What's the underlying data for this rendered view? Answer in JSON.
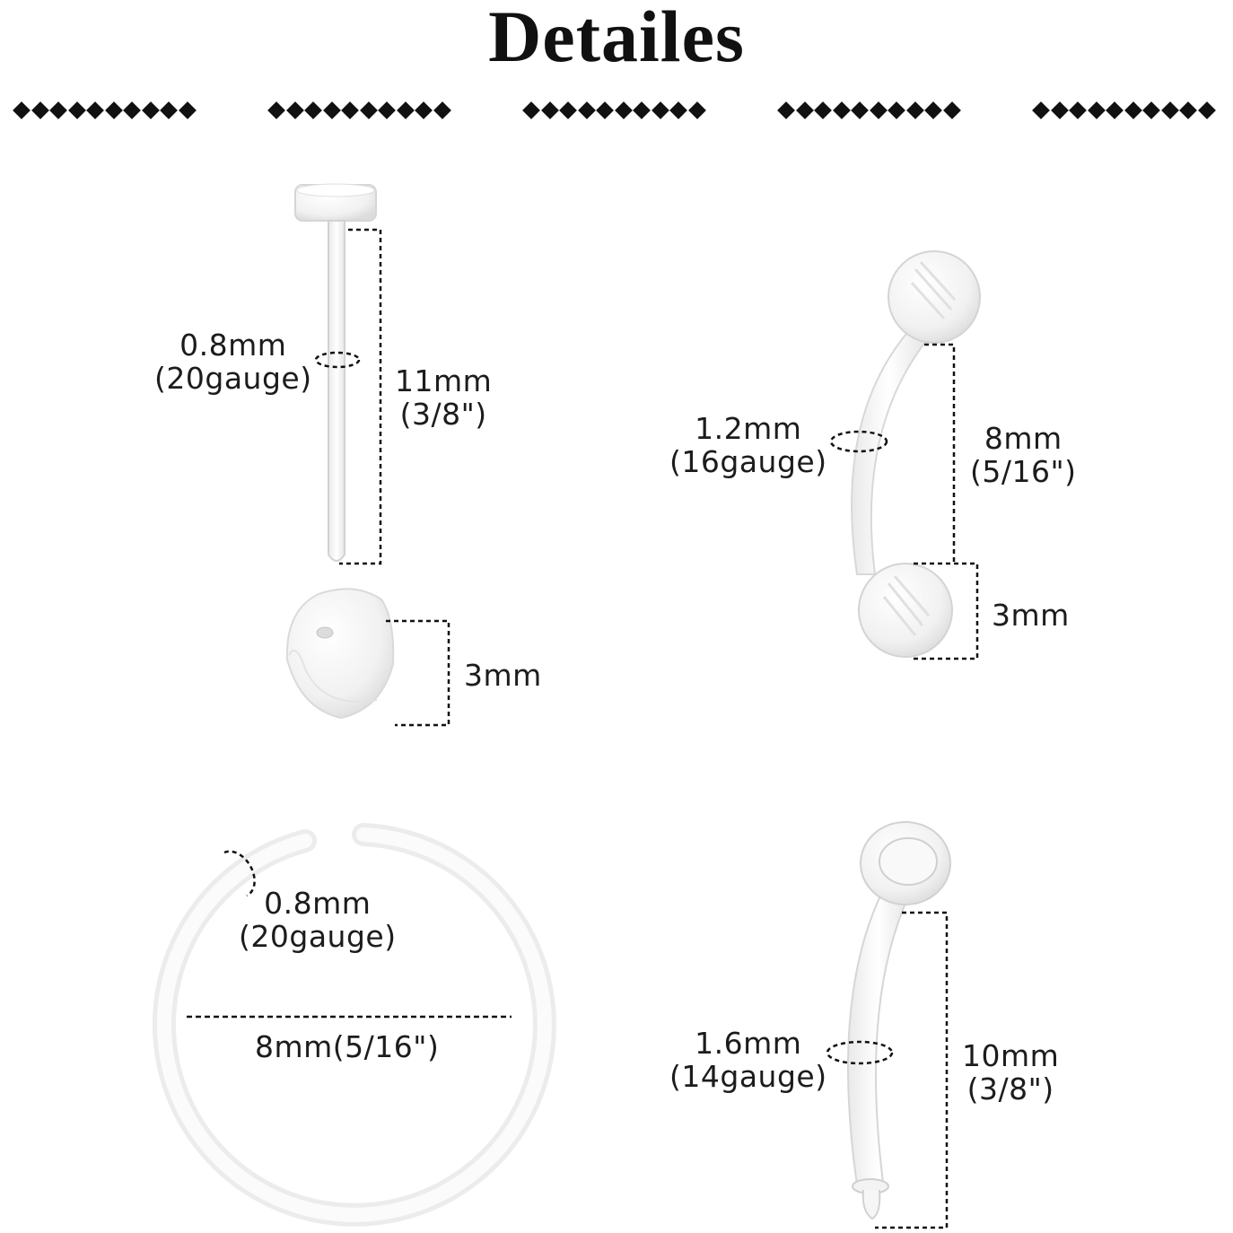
{
  "title": "Detailes",
  "colors": {
    "text": "#1c1c1c",
    "ink": "#111111",
    "part": "#f7f7f7",
    "part_edge": "#dcdcdc"
  },
  "items": [
    {
      "name": "flat-back-stud",
      "gauge": [
        "0.8mm",
        "(20gauge)"
      ],
      "length": [
        "11mm",
        "(3/8\")"
      ],
      "back": "3mm"
    },
    {
      "name": "curved-barbell",
      "gauge": [
        "1.2mm",
        "(16gauge)"
      ],
      "length": [
        "8mm",
        "(5/16\")"
      ],
      "ball": "3mm"
    },
    {
      "name": "nose-hoop",
      "gauge": [
        "0.8mm",
        "(20gauge)"
      ],
      "diameter": "8mm(5/16\")"
    },
    {
      "name": "curved-retainer",
      "gauge": [
        "1.6mm",
        "(14gauge)"
      ],
      "length": [
        "10mm",
        "(3/8\")"
      ]
    }
  ]
}
